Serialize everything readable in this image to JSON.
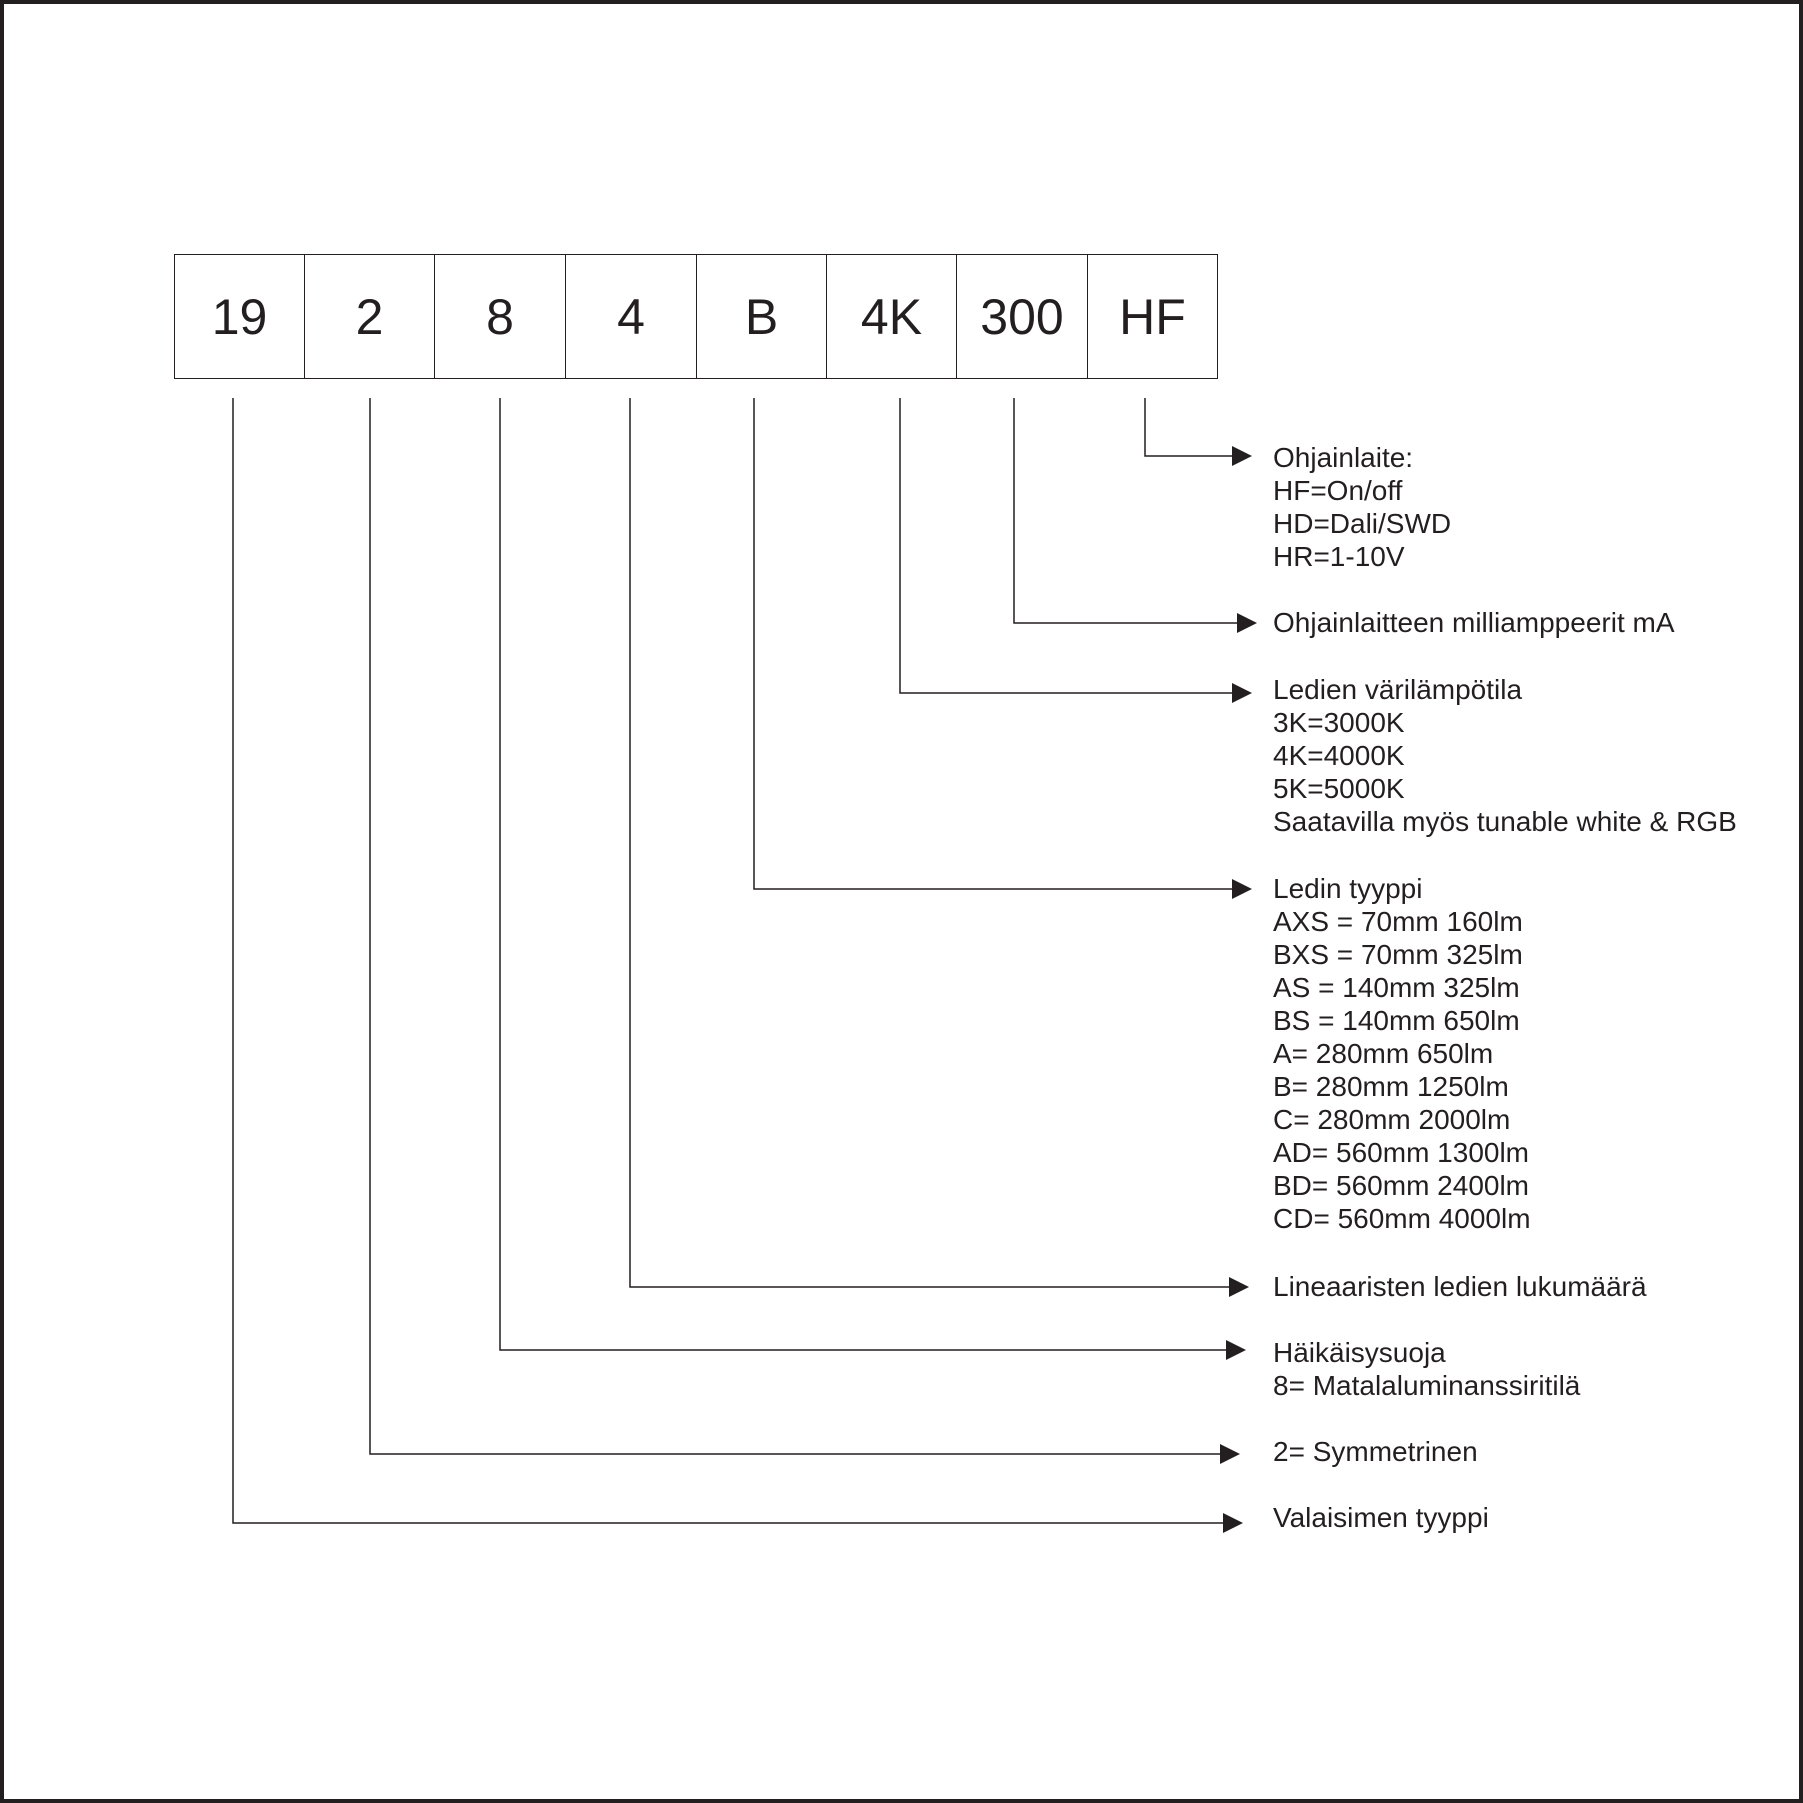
{
  "code": [
    {
      "label": "19",
      "name": "valaisimen-tyyppi"
    },
    {
      "label": "2",
      "name": "symmetria"
    },
    {
      "label": "8",
      "name": "haikaisysuoja"
    },
    {
      "label": "4",
      "name": "ledien-lukumaara"
    },
    {
      "label": "B",
      "name": "ledin-tyyppi"
    },
    {
      "label": "4K",
      "name": "varilampotila"
    },
    {
      "label": "300",
      "name": "milliampeerit"
    },
    {
      "label": "HF",
      "name": "ohjainlaite"
    }
  ],
  "descriptions": {
    "ohjainlaite": [
      "Ohjainlaite:",
      "HF=On/off",
      "HD=Dali/SWD",
      "HR=1-10V"
    ],
    "milliampeerit": [
      "Ohjainlaitteen milliamppeerit mA"
    ],
    "varilampotila": [
      "Ledien värilämpötila",
      "3K=3000K",
      "4K=4000K",
      "5K=5000K",
      "Saatavilla myös tunable white & RGB"
    ],
    "ledin_tyyppi": [
      "Ledin tyyppi",
      "AXS = 70mm 160lm",
      "BXS = 70mm 325lm",
      "AS = 140mm 325lm",
      "BS = 140mm 650lm",
      "A= 280mm 650lm",
      "B= 280mm 1250lm",
      "C= 280mm 2000lm",
      "AD= 560mm 1300lm",
      "BD= 560mm 2400lm",
      "CD= 560mm 4000lm"
    ],
    "ledien_lukumaara": [
      "Lineaaristen ledien lukumäärä"
    ],
    "haikaisysuoja": [
      "Häikäisysuoja",
      "8= Matalaluminanssiritilä"
    ],
    "symmetria": [
      "2= Symmetrinen"
    ],
    "valaisimen_tyyppi": [
      "Valaisimen tyyppi"
    ]
  },
  "colors": {
    "ink": "#231f20",
    "background": "#ffffff"
  }
}
